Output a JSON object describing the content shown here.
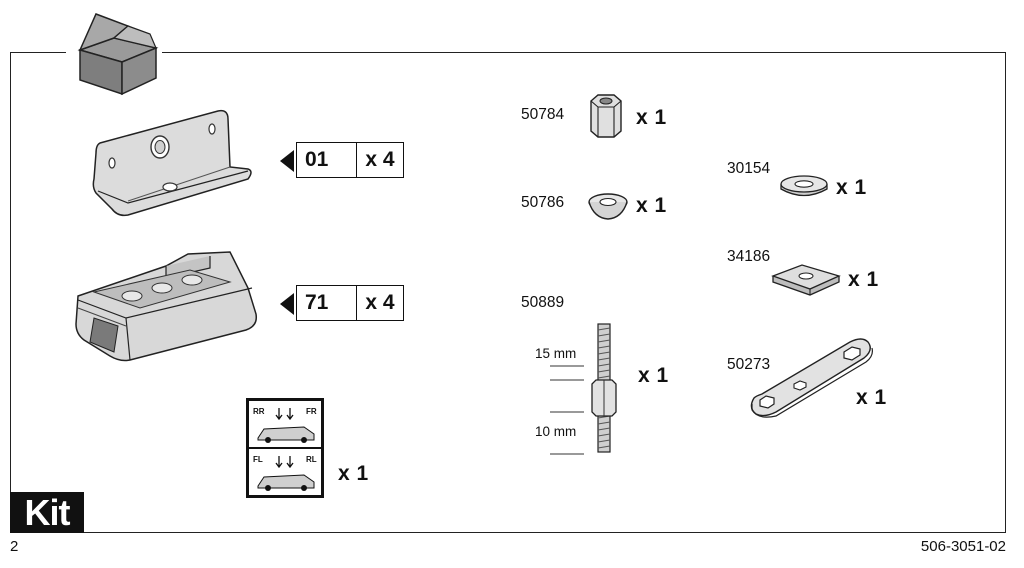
{
  "page": {
    "number": "2",
    "doc_id": "506-3051-02",
    "section_badge": "Kit"
  },
  "parts": {
    "bracket": {
      "code": "01",
      "qty": "x 4"
    },
    "foot": {
      "code": "71",
      "qty": "x 4"
    },
    "sticker": {
      "qty": "x 1",
      "labels": {
        "rr": "RR",
        "fr": "FR",
        "fl": "FL",
        "rl": "RL"
      }
    },
    "nut": {
      "number": "50784",
      "qty": "x 1"
    },
    "cup_washer": {
      "number": "50786",
      "qty": "x 1"
    },
    "stud": {
      "number": "50889",
      "qty": "x 1",
      "dim_top": "15 mm",
      "dim_bottom": "10 mm"
    },
    "washer": {
      "number": "30154",
      "qty": "x 1"
    },
    "square_washer": {
      "number": "34186",
      "qty": "x 1"
    },
    "wrench": {
      "number": "50273",
      "qty": "x 1"
    }
  },
  "icons": [
    "box-icon",
    "bracket-icon",
    "foot-pad-icon",
    "position-sticker-icon",
    "hex-nut-icon",
    "cup-washer-icon",
    "threaded-stud-icon",
    "flat-washer-icon",
    "square-washer-icon",
    "wrench-icon"
  ]
}
